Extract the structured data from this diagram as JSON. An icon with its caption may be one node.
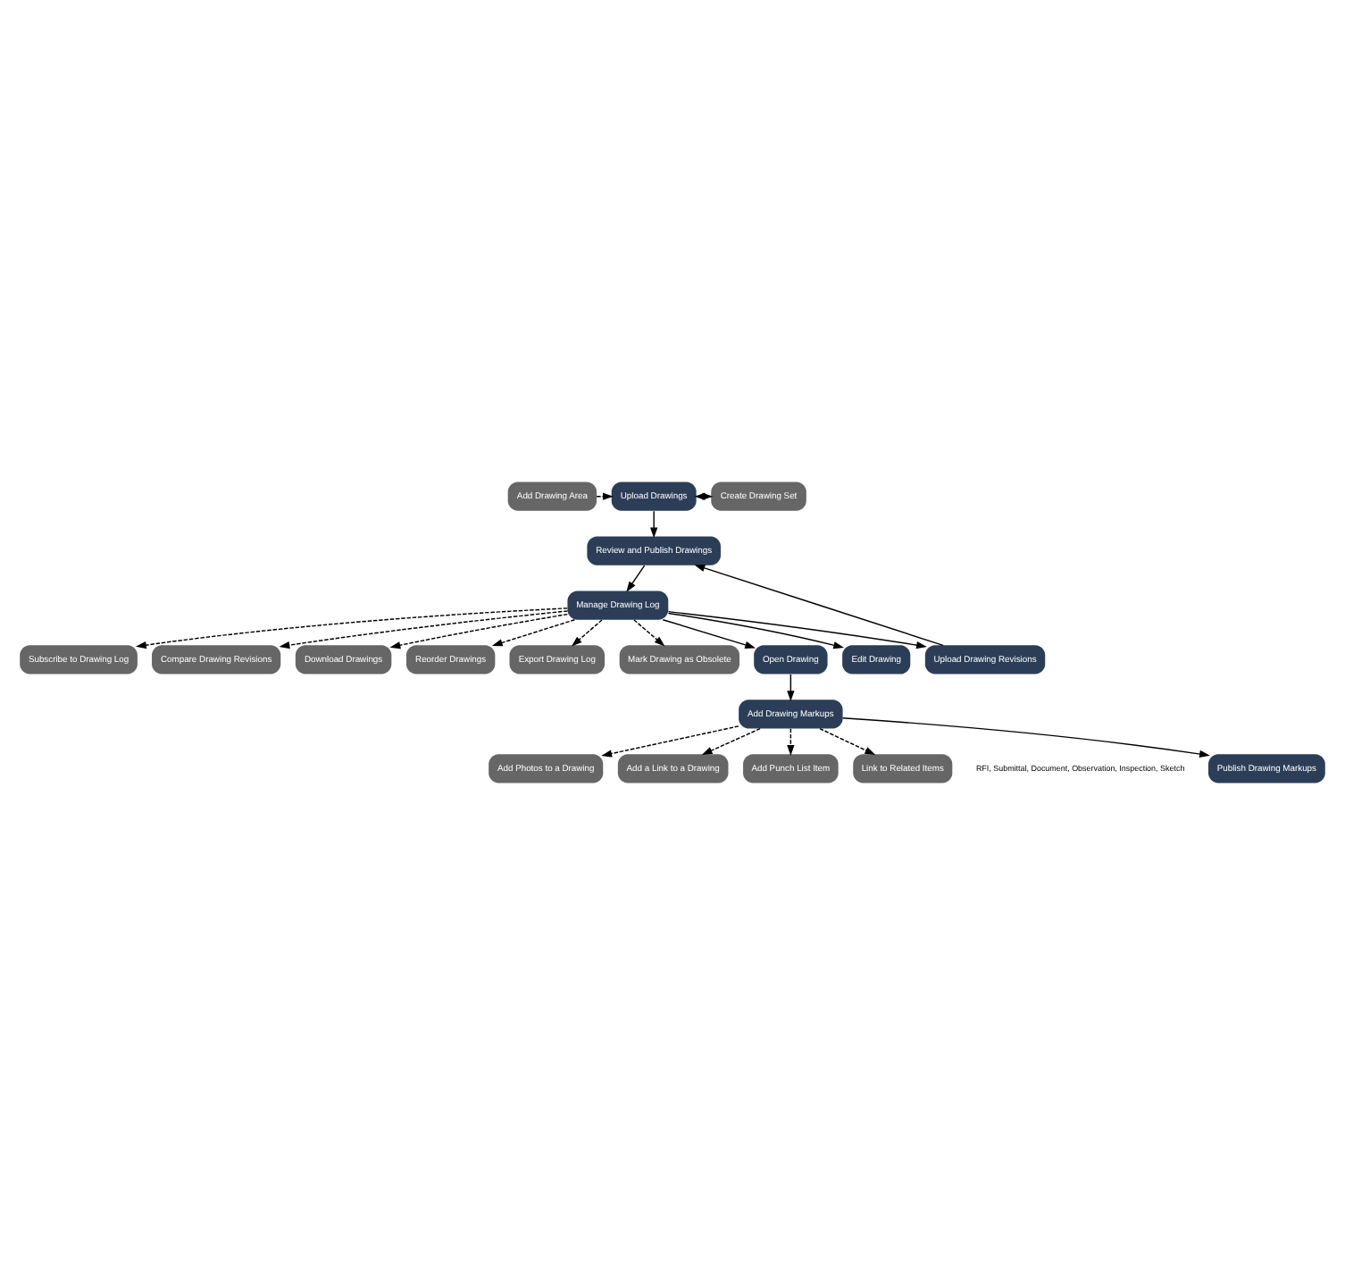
{
  "diagram": {
    "nodes": [
      {
        "text": [
          "Add Drawing Area"
        ]
      },
      {
        "text": [
          "Upload Drawings"
        ]
      },
      {
        "text": [
          "Create Drawing Set"
        ]
      },
      {
        "text": [
          "Review and Publish Drawings"
        ]
      },
      {
        "text": [
          "Manage Drawing Log"
        ]
      },
      {
        "text": [
          "Subscribe to Drawing Log"
        ]
      },
      {
        "text": [
          "Compare Drawing Revisions"
        ]
      },
      {
        "text": [
          "Download Drawings"
        ]
      },
      {
        "text": [
          "Reorder Drawings"
        ]
      },
      {
        "text": [
          "Export Drawing Log"
        ]
      },
      {
        "text": [
          "Mark Drawing as Obsolete"
        ]
      },
      {
        "text": [
          "Upload Drawing Revisions"
        ]
      },
      {
        "text": [
          "Open Drawing"
        ]
      },
      {
        "text": [
          "Edit Drawing"
        ]
      },
      {
        "text": [
          "Add Drawing Markups"
        ]
      },
      {
        "text": [
          "Add Photos to a Drawing"
        ]
      },
      {
        "text": [
          "Add a Link to a Drawing"
        ]
      },
      {
        "text": [
          "Add Punch List Item"
        ]
      },
      {
        "text": [
          "Link to Related Items"
        ],
        "beside": [
          "RFI, Submittal, Document, Observation, Inspection, Sketch"
        ]
      },
      {
        "text": [
          "Publish Drawing Markups"
        ]
      }
    ],
    "edges": [
      {
        "from": 0,
        "to": 1,
        "arrow": "to",
        "style": "dashed"
      },
      {
        "from": 1,
        "to": 2,
        "arrow": "both",
        "style": "dashed"
      },
      {
        "from": 1,
        "to": 3,
        "arrow": "to"
      },
      {
        "from": 3,
        "to": 4,
        "arrow": "to"
      },
      {
        "from": 4,
        "to": 5,
        "arrow": "to",
        "style": "dashed"
      },
      {
        "from": 4,
        "to": 6,
        "arrow": "to",
        "style": "dashed"
      },
      {
        "from": 4,
        "to": 7,
        "arrow": "to",
        "style": "dashed"
      },
      {
        "from": 4,
        "to": 8,
        "arrow": "to",
        "style": "dashed"
      },
      {
        "from": 4,
        "to": 9,
        "arrow": "to",
        "style": "dashed"
      },
      {
        "from": 4,
        "to": 10,
        "arrow": "to",
        "style": "dashed"
      },
      {
        "from": 4,
        "to": 11,
        "arrow": "to"
      },
      {
        "from": 4,
        "to": 12,
        "arrow": "to"
      },
      {
        "from": 4,
        "to": 13,
        "arrow": "to"
      },
      {
        "from": 11,
        "to": 3,
        "arrow": "to"
      },
      {
        "from": 12,
        "to": 14,
        "arrow": "to"
      },
      {
        "from": 14,
        "to": 15,
        "arrow": "to",
        "style": "dashed"
      },
      {
        "from": 14,
        "to": 16,
        "arrow": "to",
        "style": "dashed"
      },
      {
        "from": 14,
        "to": 17,
        "arrow": "to",
        "style": "dashed"
      },
      {
        "from": 14,
        "to": 18,
        "arrow": "to",
        "style": "dashed"
      },
      {
        "from": 14,
        "to": 19,
        "arrow": "to"
      }
    ]
  }
}
